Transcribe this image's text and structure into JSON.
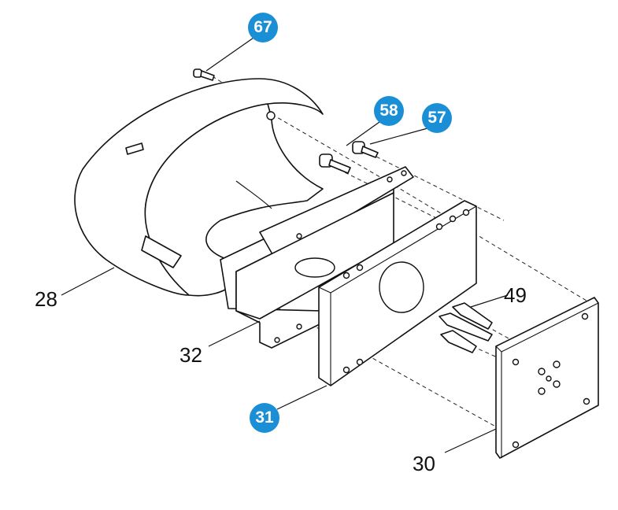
{
  "colors": {
    "badge": "#1a8fd6"
  },
  "callouts": {
    "badge_67": "67",
    "badge_58": "58",
    "badge_57": "57",
    "badge_31": "31",
    "label_28": "28",
    "label_32": "32",
    "label_49": "49",
    "label_30": "30"
  }
}
